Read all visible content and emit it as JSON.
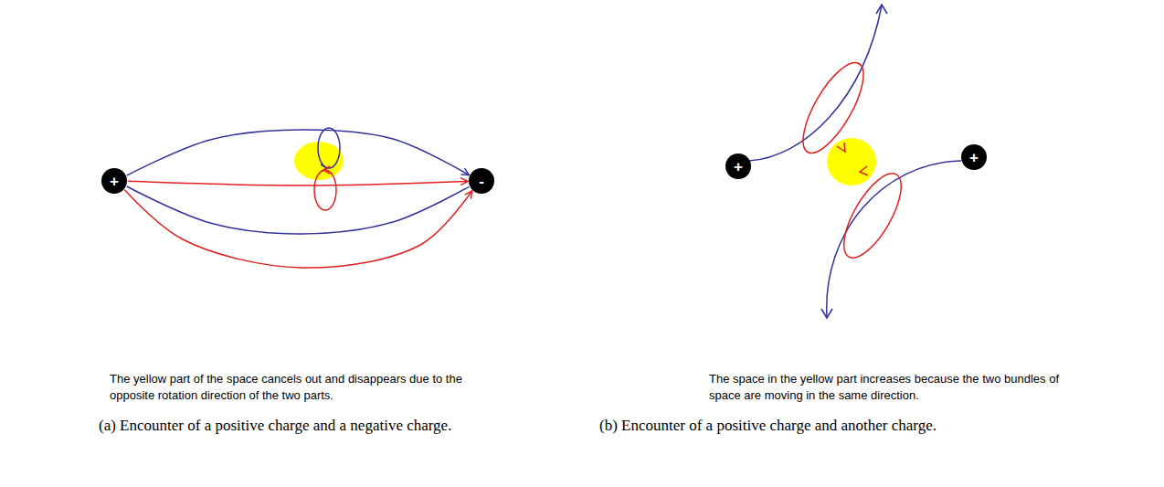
{
  "diagram": {
    "nodes": [
      {
        "text": [
          "+"
        ]
      },
      {
        "text": [
          "-"
        ]
      },
      {
        "text": [
          "+"
        ]
      },
      {
        "text": [
          "+"
        ]
      }
    ],
    "edges": [
      {
        "from": 0,
        "to": 1,
        "arrow": "to"
      },
      {
        "from": 0,
        "to": 1,
        "arrow": "to"
      },
      {
        "from": 0,
        "to": 1,
        "arrow": "none"
      },
      {
        "from": 0,
        "to": 1,
        "arrow": "to"
      }
    ],
    "labels": [
      "The yellow part of the space cancels out and disappears due to the opposite rotation direction of the two parts.",
      "The space in the yellow part increases because the two bundles of space are moving in the same direction.",
      "(a) Encounter of a positive charge and a negative charge.",
      "(b) Encounter of a positive charge and another charge."
    ]
  }
}
